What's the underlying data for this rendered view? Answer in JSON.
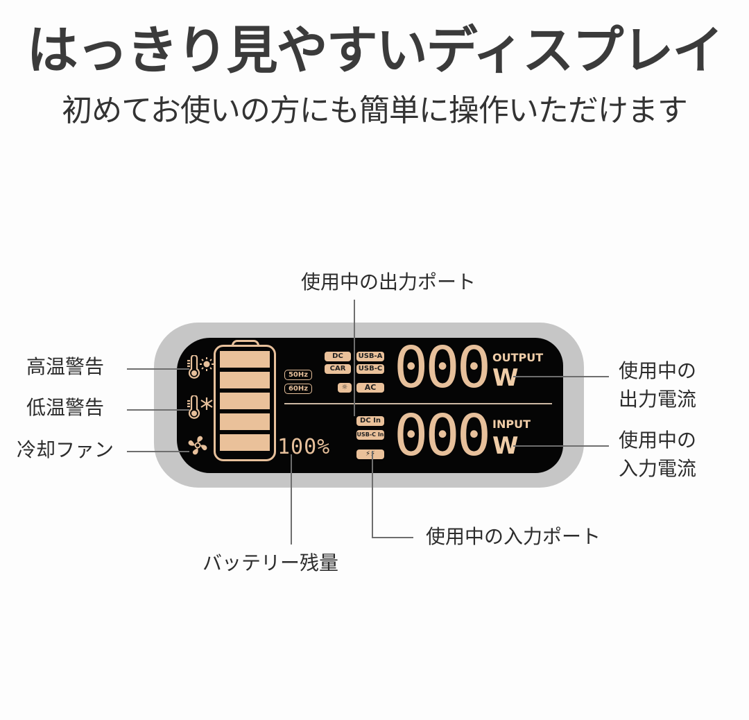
{
  "header": {
    "title": "はっきり見やすいディスプレイ",
    "subtitle": "初めてお使いの方にも簡単に操作いただけます"
  },
  "callouts": {
    "output_port": "使用中の出力ポート",
    "high_temp": "高温警告",
    "low_temp": "低温警告",
    "cooling_fan": "冷却ファン",
    "output_current_line1": "使用中の",
    "output_current_line2": "出力電流",
    "input_current_line1": "使用中の",
    "input_current_line2": "入力電流",
    "input_port": "使用中の入力ポート",
    "battery_level": "バッテリー残量"
  },
  "display": {
    "freq_options": [
      "50Hz",
      "60Hz"
    ],
    "output_ports": [
      "DC",
      "USB-A",
      "CAR",
      "USB-C",
      "AC"
    ],
    "input_ports": [
      "DC In",
      "USB-C In"
    ],
    "output_value": "000",
    "output_label": "OUTPUT",
    "output_unit": "W",
    "input_value": "000",
    "input_label": "INPUT",
    "input_unit": "W",
    "battery_percent": "100%",
    "battery_bars": 5,
    "accent_color": "#e7c09b",
    "screen_color": "#050505",
    "bezel_color": "#c6c6c6"
  }
}
